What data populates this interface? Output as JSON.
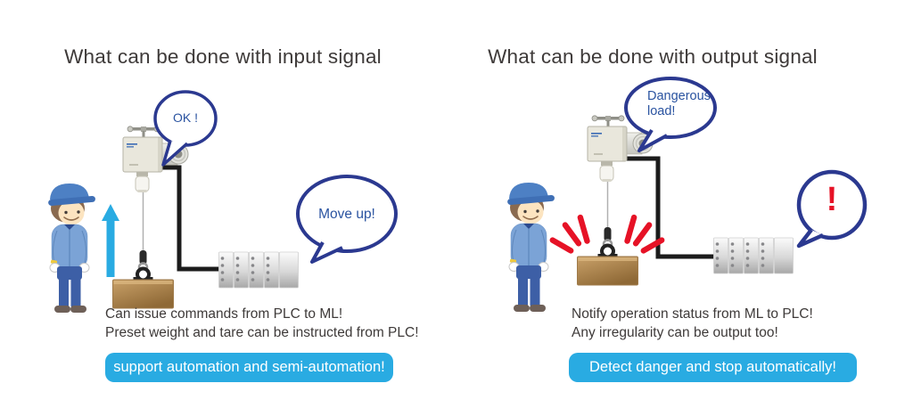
{
  "left_panel": {
    "title": "What can be done with input signal",
    "device_bubble_text": "OK !",
    "command_bubble_text": "Move up!",
    "caption_lines": [
      "Can issue commands from PLC to ML!",
      "Preset weight and tare can be instructed from PLC!"
    ],
    "banner_label": "support automation and semi-automation!"
  },
  "right_panel": {
    "title": "What can be done with output signal",
    "device_bubble_lines": [
      "Dangerous",
      "load!"
    ],
    "alert_bubble_text": "!",
    "caption_lines": [
      "Notify operation status from ML to PLC!",
      "Any irregularity can be output too!"
    ],
    "banner_label": "Detect danger and stop automatically!"
  },
  "colors": {
    "banner_blue": "#29abe2",
    "bubble_outline_navy": "#2b3990",
    "bubble_text_blue": "#2a53a0",
    "warning_red": "#e61226",
    "arrow_cyan": "#29abe2",
    "text_dark": "#3e3a39"
  },
  "icons": {
    "hoist_device": "ml-hoist-icon",
    "plc_unit": "plc-module-stack-icon",
    "worker": "worker-character",
    "load": "hanging-load-box",
    "up_arrow": "lift-up-arrow-icon",
    "warning_flash": "danger-flash-icon",
    "speech_bubble": "speech-bubble"
  }
}
